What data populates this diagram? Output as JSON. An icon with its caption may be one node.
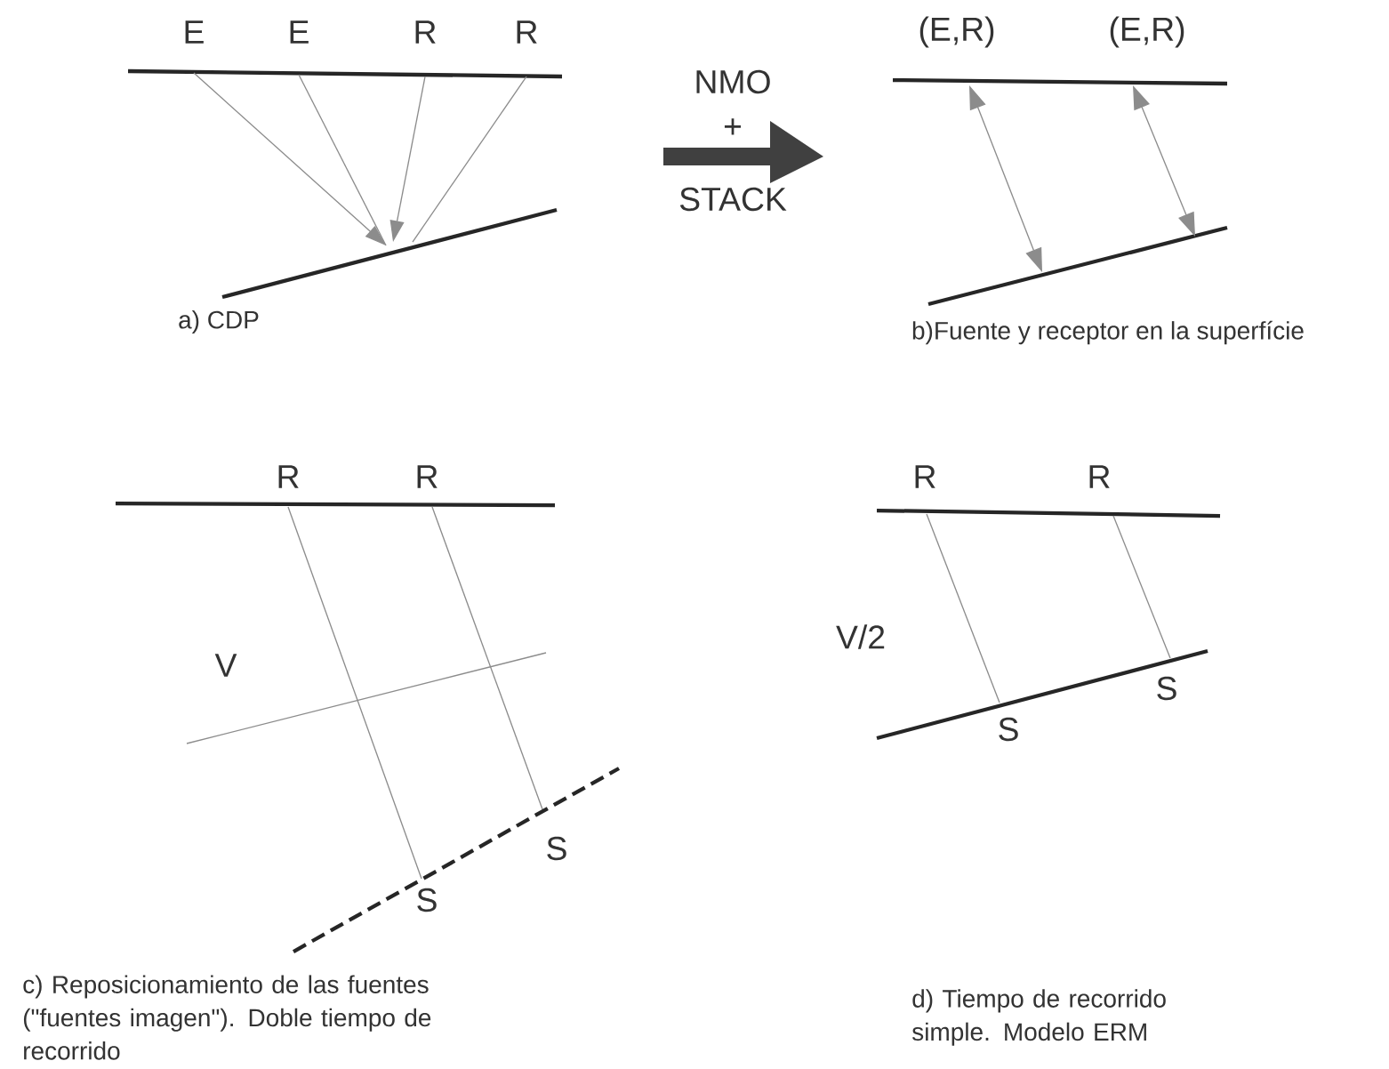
{
  "diagram": {
    "labels": [
      "E",
      "E",
      "R",
      "R",
      "NMO",
      "+",
      "STACK",
      "(E,R)",
      "(E,R)",
      "a) CDP",
      "b)Fuente y receptor en la superfície",
      "R",
      "R",
      "R",
      "R",
      "V",
      "V/2",
      "S",
      "S",
      "S",
      "S",
      "c) Reposicionamiento de las fuentes (\"fuentes imagen\"). Doble tiempo de recorrido",
      "d) Tiempo de recorrido simple. Modelo ERM"
    ]
  }
}
